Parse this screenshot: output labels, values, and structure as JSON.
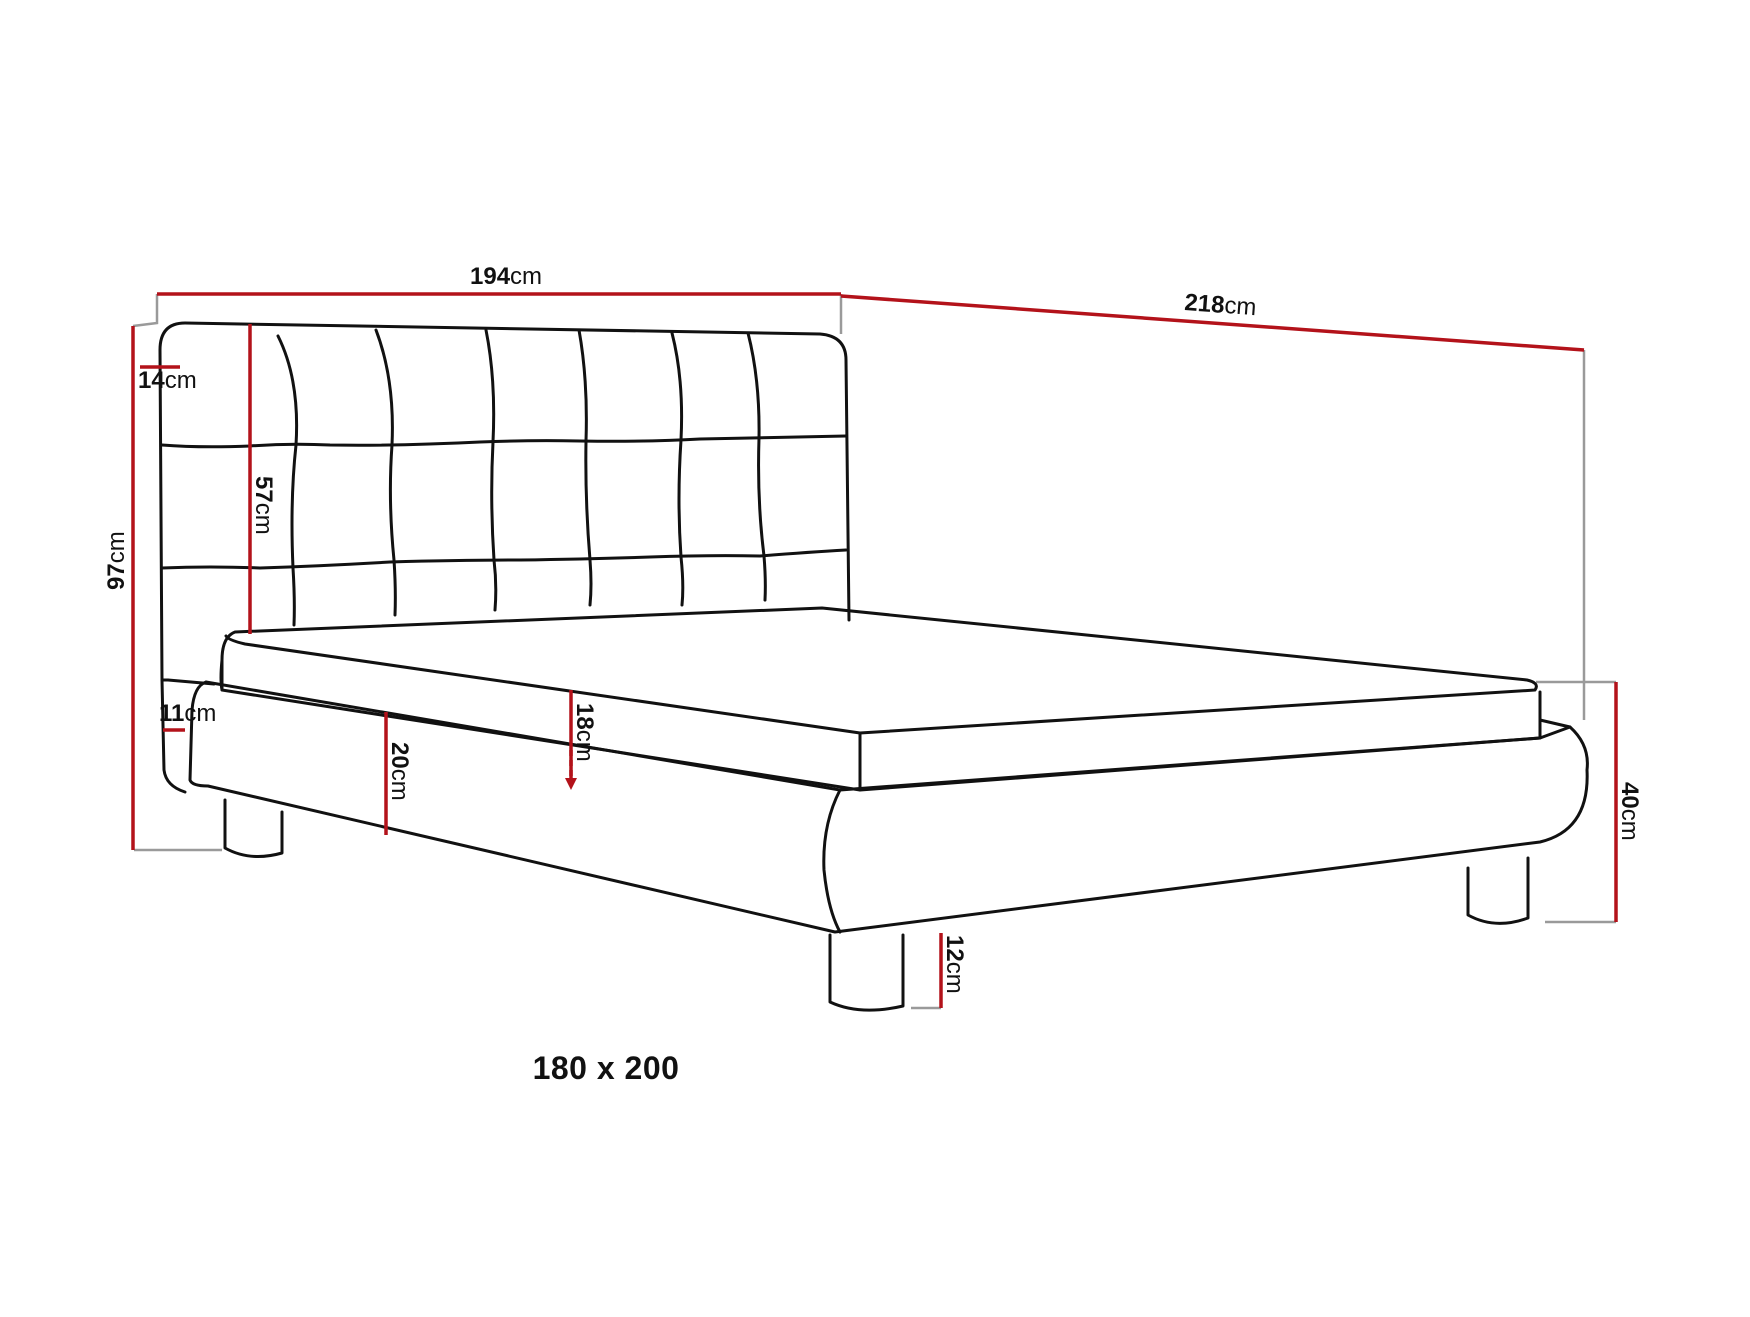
{
  "diagram": {
    "subject": "Upholstered double bed with tufted headboard",
    "size_label": "180 x 200",
    "colors": {
      "outline": "#111111",
      "dimension_line": "#b3121a",
      "extension_line": "#9a9a9a",
      "background": "#ffffff"
    },
    "dimensions": {
      "total_width": {
        "value": "194",
        "unit": "cm"
      },
      "total_length": {
        "value": "218",
        "unit": "cm"
      },
      "total_height": {
        "value": "97",
        "unit": "cm"
      },
      "headboard_thickness": {
        "value": "14",
        "unit": "cm"
      },
      "headboard_visible_height": {
        "value": "57",
        "unit": "cm"
      },
      "side_rail_thickness": {
        "value": "11",
        "unit": "cm"
      },
      "frame_height": {
        "value": "20",
        "unit": "cm"
      },
      "mattress_height": {
        "value": "18",
        "unit": "cm"
      },
      "sleeping_surface_height": {
        "value": "40",
        "unit": "cm"
      },
      "leg_height": {
        "value": "12",
        "unit": "cm"
      }
    }
  }
}
